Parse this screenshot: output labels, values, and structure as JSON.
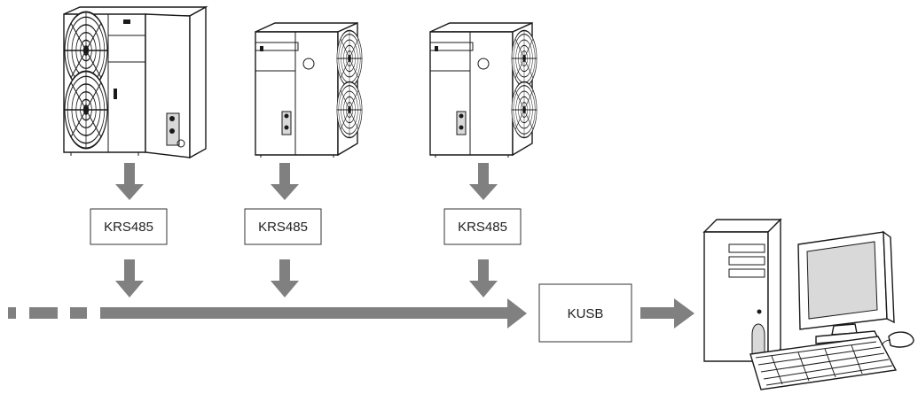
{
  "units": [
    {
      "module_label": "KRS485"
    },
    {
      "module_label": "KRS485"
    },
    {
      "module_label": "KRS485"
    }
  ],
  "gateway": {
    "label": "KUSB"
  },
  "colors": {
    "arrow": "#808080",
    "line": "#1a1a1a",
    "box_border": "#333333"
  },
  "icons": [
    "heat-pump-unit-large-icon",
    "heat-pump-unit-icon",
    "heat-pump-unit-icon",
    "desktop-computer-icon"
  ]
}
